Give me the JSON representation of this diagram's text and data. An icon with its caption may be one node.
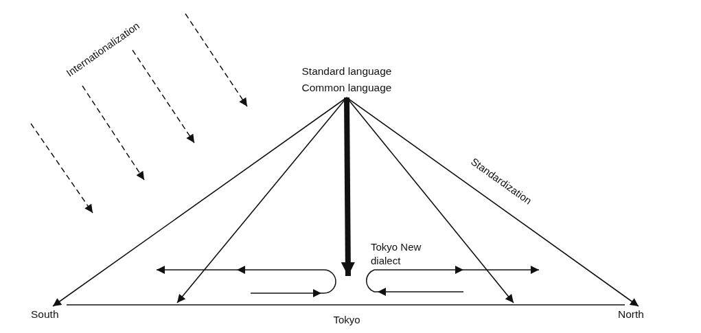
{
  "diagram": {
    "nodes": [
      {
        "text": [
          "Standard language",
          "Common language"
        ]
      },
      {
        "text": [
          "South"
        ]
      },
      {
        "text": [
          "North"
        ]
      }
    ],
    "edges": [
      {
        "from": 0,
        "to": 1,
        "arrow": "to"
      },
      {
        "from": 0,
        "to": null,
        "arrow": "to"
      },
      {
        "from": 0,
        "to": null,
        "arrow": "to",
        "style": "thick"
      },
      {
        "from": 0,
        "to": null,
        "arrow": "to"
      },
      {
        "from": 0,
        "to": 2,
        "arrow": "to",
        "label": "Standardization"
      },
      {
        "from": 1,
        "to": 2,
        "arrow": "none"
      }
    ],
    "labels": [
      "Internationalization",
      "Tokyo New dialect",
      "Tokyo"
    ]
  }
}
